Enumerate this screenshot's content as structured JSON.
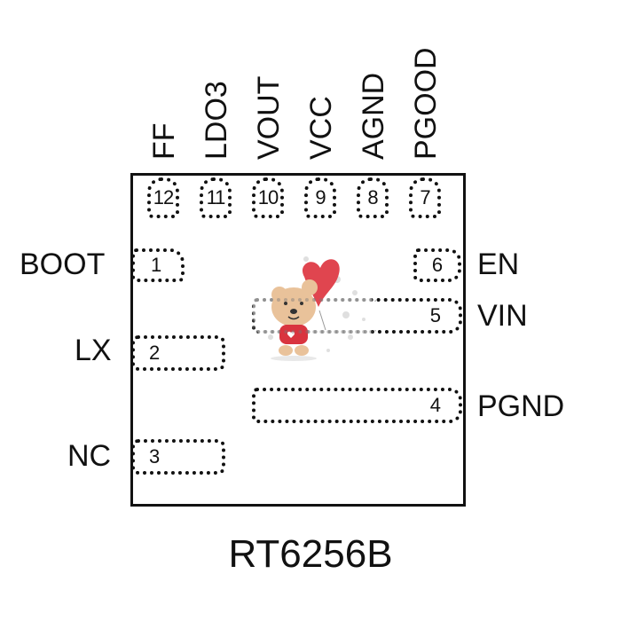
{
  "part_number": "RT6256B",
  "pins": {
    "top": [
      {
        "number": "12",
        "name": "FF"
      },
      {
        "number": "11",
        "name": "LDO3"
      },
      {
        "number": "10",
        "name": "VOUT"
      },
      {
        "number": "9",
        "name": "VCC"
      },
      {
        "number": "8",
        "name": "AGND"
      },
      {
        "number": "7",
        "name": "PGOOD"
      }
    ],
    "left": [
      {
        "number": "1",
        "name": "BOOT"
      },
      {
        "number": "2",
        "name": "LX"
      },
      {
        "number": "3",
        "name": "NC"
      }
    ],
    "right": [
      {
        "number": "6",
        "name": "EN"
      },
      {
        "number": "5",
        "name": "VIN"
      },
      {
        "number": "4",
        "name": "PGND"
      }
    ]
  },
  "overlay": {
    "icon": "teddy-bear-heart-balloon-sticker",
    "colors": {
      "heart": "#e0454f",
      "bear": "#e9c29a",
      "shirt": "#d9343f"
    }
  }
}
